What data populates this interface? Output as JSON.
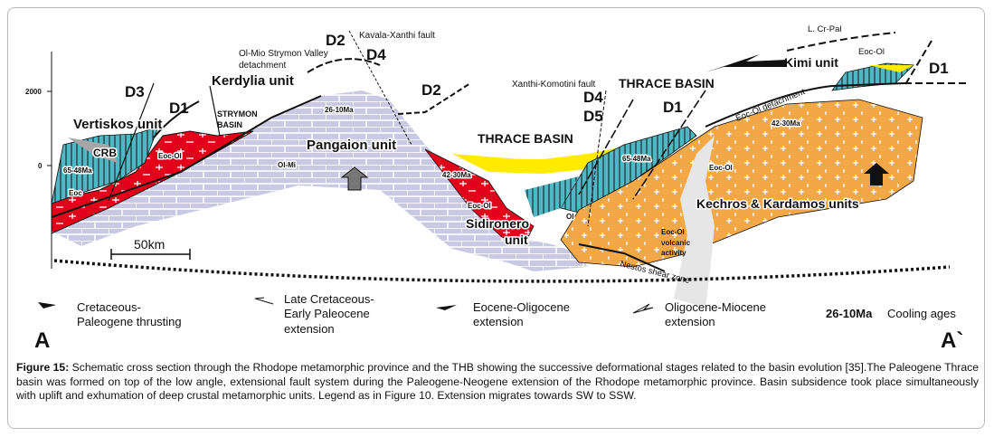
{
  "figure": {
    "axis": {
      "ticks": [
        "2000",
        "0"
      ]
    },
    "scale_bar": "50km",
    "labels": {
      "d3": "D3",
      "d1_left": "D1",
      "d2_top": "D2",
      "d4_top": "D4",
      "d2_mid": "D2",
      "d4_right": "D4",
      "d5_right": "D5",
      "d1_mid": "D1",
      "d1_right": "D1",
      "kavala_xanthi_fault": "Kavala-Xanthi fault",
      "strymon_detachment_line1": "Ol-Mio Strymon Valley",
      "strymon_detachment_line2": "detachment",
      "kerdylia_unit": "Kerdylia unit",
      "vertiskos_unit": "Vertiskos unit",
      "strymon_basin_line1": "STRYMON",
      "strymon_basin_line2": "BASIN",
      "crb": "CRB",
      "age_65_48_left": "65-48Ma",
      "eoc": "Eoc",
      "eoc_ol_left": "Eoc-Ol",
      "ol_mi": "Ol-Mi",
      "age_26_10": "26-10Ma",
      "pangaion_unit": "Pangaion unit",
      "thrace_basin_left": "THRACE BASIN",
      "age_42_30_left": "42-30Ma",
      "eoc_ol_sidironero": "Eoc-Ol",
      "sidironero_line1": "Sidironero",
      "sidironero_line2": "unit",
      "xanthi_komotini_fault": "Xanthi-Komotini fault",
      "thrace_basin_right": "THRACE BASIN",
      "ol": "Ol",
      "age_65_48_right": "65-48Ma",
      "eoc_ol_right": "Eoc-Ol",
      "eoc_ol_detachment": "Eoc-Ol detachment",
      "age_42_30_right": "42-30Ma",
      "kimi_unit": "Kimi unit",
      "l_cr_pal": "L. Cr-Pal",
      "eoc_ol_kimi": "Eoc-Ol",
      "kechros_kardamos": "Kechros & Kardamos units",
      "volcanic_line1": "Eoc-Ol",
      "volcanic_line2": "volcanic",
      "volcanic_line3": "activity",
      "nestos_shear_zone": "Nestos shear zone"
    },
    "legend": [
      {
        "lines": [
          "Cretaceous-",
          "Paleogene thrusting"
        ],
        "icon": "thrust-arrow-icon"
      },
      {
        "lines": [
          "Late Cretaceous-",
          "Early Paleocene",
          "extension"
        ],
        "icon": "open-arrow-icon"
      },
      {
        "lines": [
          "Eocene-Oligocene",
          "extension"
        ],
        "icon": "half-arrow-icon"
      },
      {
        "lines": [
          "Oligocene-Miocene",
          "extension"
        ],
        "icon": "hollow-arrow-icon"
      }
    ],
    "cooling_ages": {
      "value": "26-10Ma",
      "label": "Cooling ages"
    },
    "section_start": "A",
    "section_end": "A`",
    "colors": {
      "red": "#e2001a",
      "teal": "#4fb8c4",
      "orange": "#f3a847",
      "lavender": "#c9c9e3",
      "yellow": "#ffeb00",
      "grey": "#a6a6a6"
    }
  },
  "caption": {
    "label": "Figure 15:",
    "text": "Schematic cross section through the Rhodope metamorphic province and the THB showing the successive deformational stages related to the basin evolution [35].The Paleogene Thrace basin was formed on top of the low angle, extensional fault system during the Paleogene-Neogene extension of the Rhodope metamorphic province. Basin subsidence took place simultaneously with uplift and exhumation of deep crustal metamorphic units. Legend as in Figure 10. Extension migrates towards SW to SSW."
  }
}
